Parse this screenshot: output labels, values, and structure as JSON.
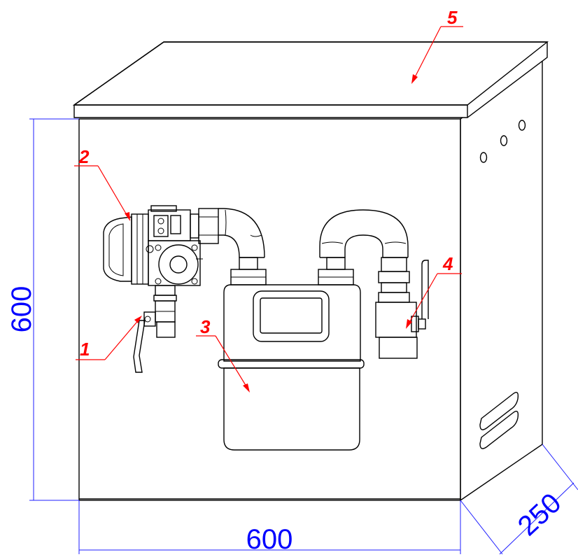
{
  "dimensions": {
    "height_label": "600",
    "width_label": "600",
    "depth_label": "250",
    "dimension_color": "#0000ff"
  },
  "callouts": [
    {
      "number": "1",
      "target": "ball-valve-inlet"
    },
    {
      "number": "2",
      "target": "gas-regulator"
    },
    {
      "number": "3",
      "target": "gas-meter"
    },
    {
      "number": "4",
      "target": "ball-valve-outlet"
    },
    {
      "number": "5",
      "target": "cabinet-roof"
    }
  ],
  "callout_color": "#ff0000"
}
